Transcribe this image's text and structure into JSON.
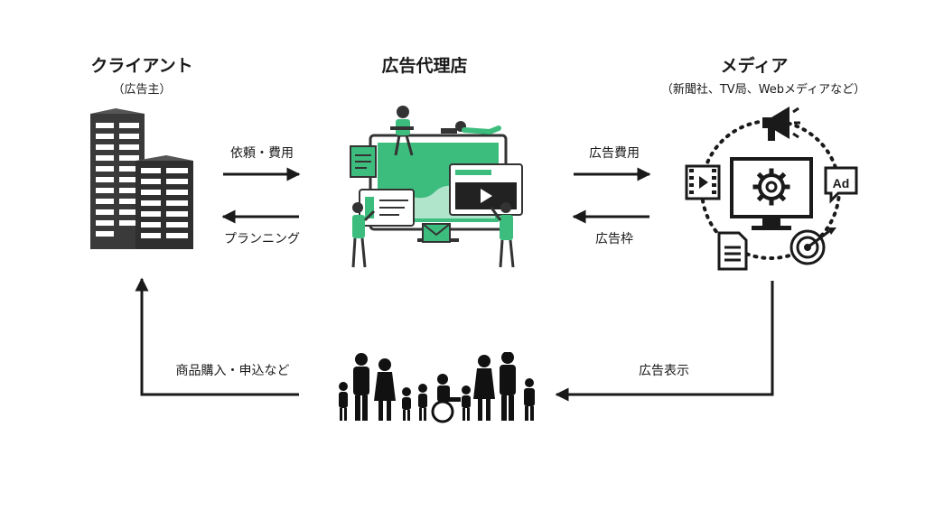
{
  "nodes": {
    "client": {
      "title": "クライアント",
      "subtitle": "（広告主）"
    },
    "agency": {
      "title": "広告代理店"
    },
    "media": {
      "title": "メディア",
      "subtitle": "（新聞社、TV局、Webメディアなど）"
    }
  },
  "edges": {
    "client_to_agency": "依頼・費用",
    "agency_to_client": "プランニング",
    "agency_to_media": "広告費用",
    "media_to_agency": "広告枠",
    "media_to_consumers": "広告表示",
    "consumers_to_client": "商品購入・申込など"
  },
  "colors": {
    "accent": "#3dbd7d",
    "dark": "#333333",
    "line": "#1a1a1a"
  },
  "icons": {
    "client": "office-building-icon",
    "agency": "agency-team-illustration",
    "media": "media-channels-icon",
    "consumers": "family-silhouette-icon"
  },
  "media_icon_labels": {
    "ad_badge": "Ad"
  }
}
